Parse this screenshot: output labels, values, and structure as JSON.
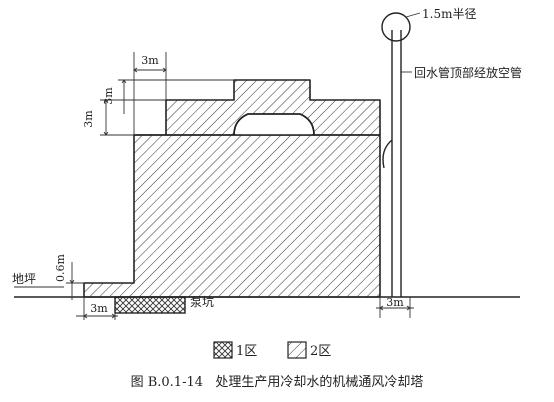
{
  "labels": {
    "radius": "1.5m半径",
    "vent_pipe": "回水管顶部经放空管",
    "ground": "地坪",
    "pump_pit": "泵坑",
    "dim_top_width": "3m",
    "dim_upper_height": "3m",
    "dim_lower_height": "3m",
    "dim_ground_height": "0.6m",
    "dim_pit_width": "3m",
    "dim_pipe_width": "3m"
  },
  "legend": {
    "zone1": "1区",
    "zone2": "2区"
  },
  "caption": "图 B.0.1-14   处理生产用冷却水的机械通风冷却塔",
  "colors": {
    "line": "#222222",
    "background": "#ffffff"
  }
}
